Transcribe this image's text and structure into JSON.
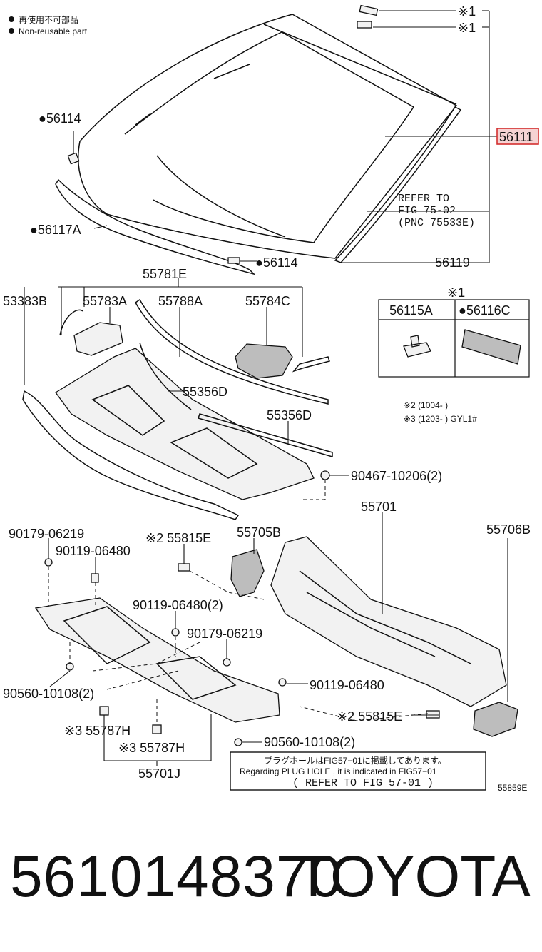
{
  "legend": {
    "dot_jp": "再使用不可部品",
    "dot_en": "Non-reusable part"
  },
  "windshield": {
    "note1a": "※1",
    "note1b": "※1",
    "part_56111": "56111",
    "part_56114_top": "●56114",
    "part_56117A": "●56117A",
    "part_56114_bottom": "●56114",
    "part_56119": "56119",
    "refer_l1": "REFER TO",
    "refer_l2": "FIG 75-02",
    "refer_l3": "(PNC 75533E)"
  },
  "inset": {
    "note": "※1",
    "col1": "56115A",
    "col2": "●56116C"
  },
  "cowl": {
    "p55781E": "55781E",
    "p53383B": "53383B",
    "p55783A": "55783A",
    "p55788A": "55788A",
    "p55784C": "55784C",
    "p55356D_a": "55356D",
    "p55356D_b": "55356D",
    "p90467": "90467-10206(2)",
    "note2": "※2 (1004-      )",
    "note3": "※3 (1203-      ) GYL1#"
  },
  "lower": {
    "p55701": "55701",
    "p90179_a": "90179-06219",
    "p90119_a": "90119-06480",
    "p55815E_a": "※2 55815E",
    "p55705B": "55705B",
    "p55706B": "55706B",
    "p90119_b": "90119-06480(2)",
    "p90179_b": "90179-06219",
    "p90560_a": "90560-10108(2)",
    "p90119_c": "90119-06480",
    "p55815E_b": "※2 55815E",
    "p55787H_a": "※3 55787H",
    "p55787H_b": "※3 55787H",
    "p90560_b": "90560-10108(2)",
    "p55701J": "55701J"
  },
  "notice": {
    "jp": "プラグホールはFIG57−01に掲載してあります。",
    "en": "Regarding PLUG HOLE , it is indicated in FIG57−01",
    "ref": "( REFER TO FIG 57-01 )"
  },
  "figure_code": "55859E",
  "footer": {
    "part_number": "5610148370",
    "brand": "TOYOTA"
  },
  "colors": {
    "highlight_border": "#d32f2f",
    "highlight_fill": "#f6d3d3",
    "ink": "#111111"
  }
}
